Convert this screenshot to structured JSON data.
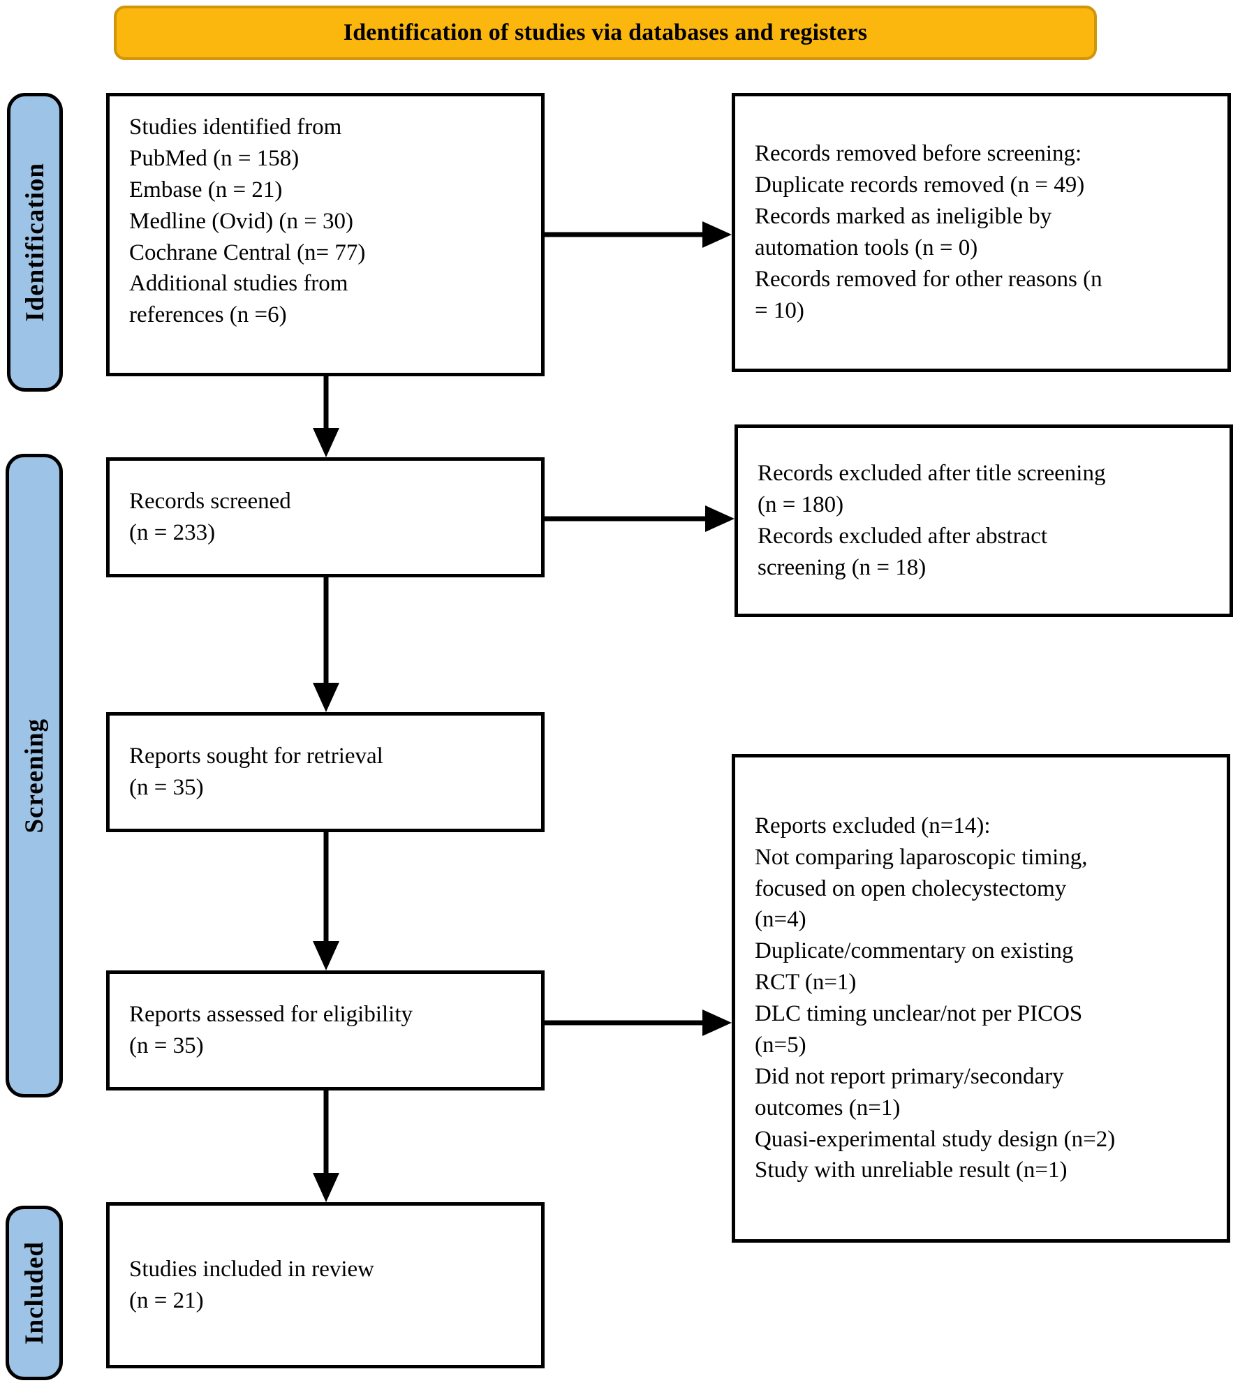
{
  "banner": {
    "title": "Identification of studies via databases and registers"
  },
  "stages": [
    {
      "id": "identification",
      "label": "Identification"
    },
    {
      "id": "screening",
      "label": "Screening"
    },
    {
      "id": "included",
      "label": "Included"
    }
  ],
  "boxes": {
    "identified": "Studies identified from\nPubMed (n = 158)\nEmbase (n = 21)\nMedline (Ovid) (n = 30)\nCochrane Central (n= 77)\nAdditional studies from\nreferences (n =6)",
    "removed_before_screening": "Records removed before screening:\nDuplicate records removed (n = 49)\nRecords marked as ineligible by\nautomation tools (n = 0)\nRecords removed for other reasons (n\n= 10)",
    "records_screened": "Records screened\n(n = 233)",
    "records_excluded": "Records excluded after title screening\n(n = 180)\nRecords excluded after abstract\nscreening (n = 18)",
    "reports_sought": "Reports sought for retrieval\n(n = 35)",
    "reports_assessed": "Reports assessed for eligibility\n(n = 35)",
    "reports_excluded": "Reports excluded (n=14):\nNot comparing laparoscopic timing,\nfocused on open cholecystectomy\n(n=4)\nDuplicate/commentary on existing\nRCT (n=1)\nDLC timing unclear/not per PICOS\n(n=5)\nDid not report primary/secondary\noutcomes (n=1)\nQuasi-experimental study design (n=2)\nStudy with unreliable result (n=1)",
    "studies_included": "Studies included in review\n(n = 21)"
  },
  "colors": {
    "banner_fill": "#FBB70E",
    "banner_border": "#D2940A",
    "stage_fill": "#9DC3E6",
    "line_color": "#000000"
  }
}
